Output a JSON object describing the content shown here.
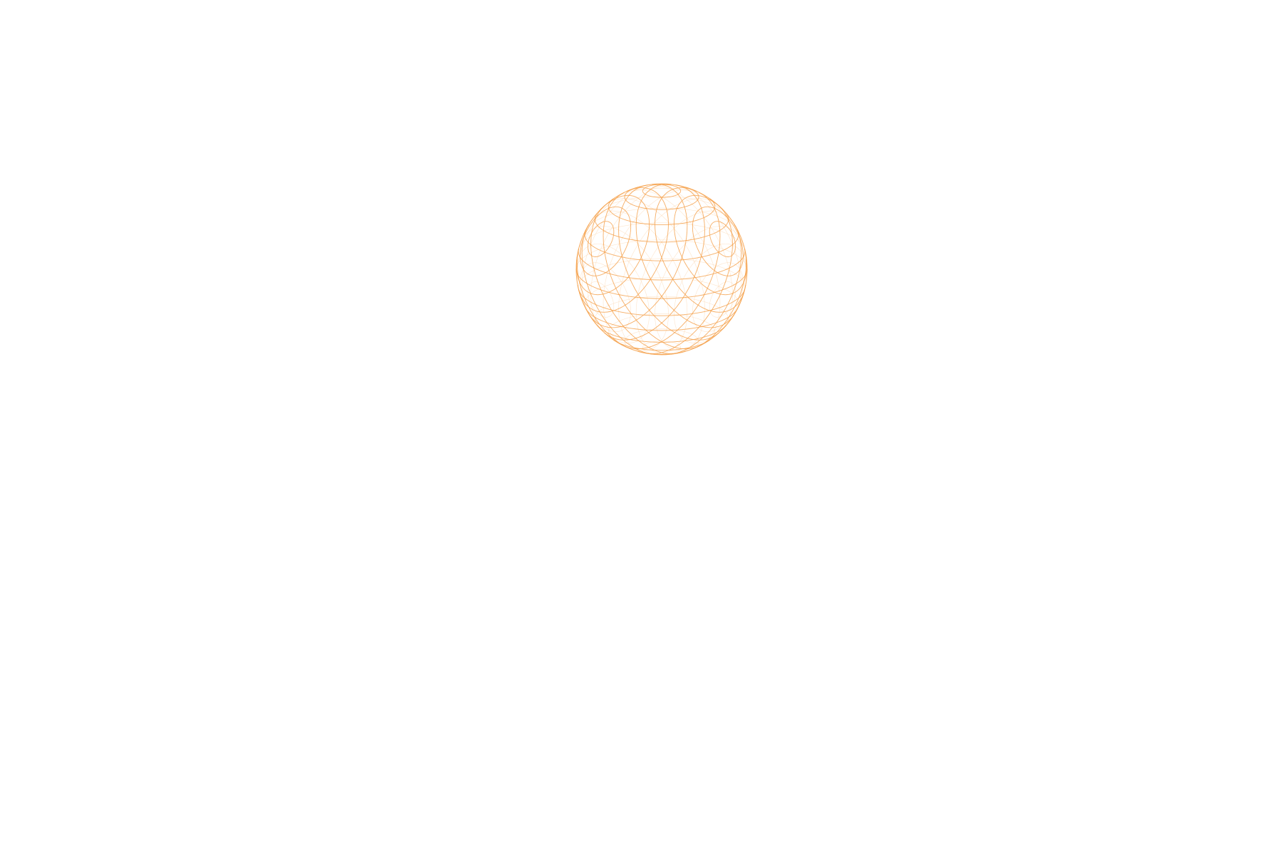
{
  "scene": {
    "background_color": "#ffffff",
    "object": {
      "shape": "sphere",
      "render_style": "wireframe",
      "wire_color": "#f5a04a",
      "faint_wire_color": "#fbd3aa",
      "grid_families": 3
    }
  }
}
